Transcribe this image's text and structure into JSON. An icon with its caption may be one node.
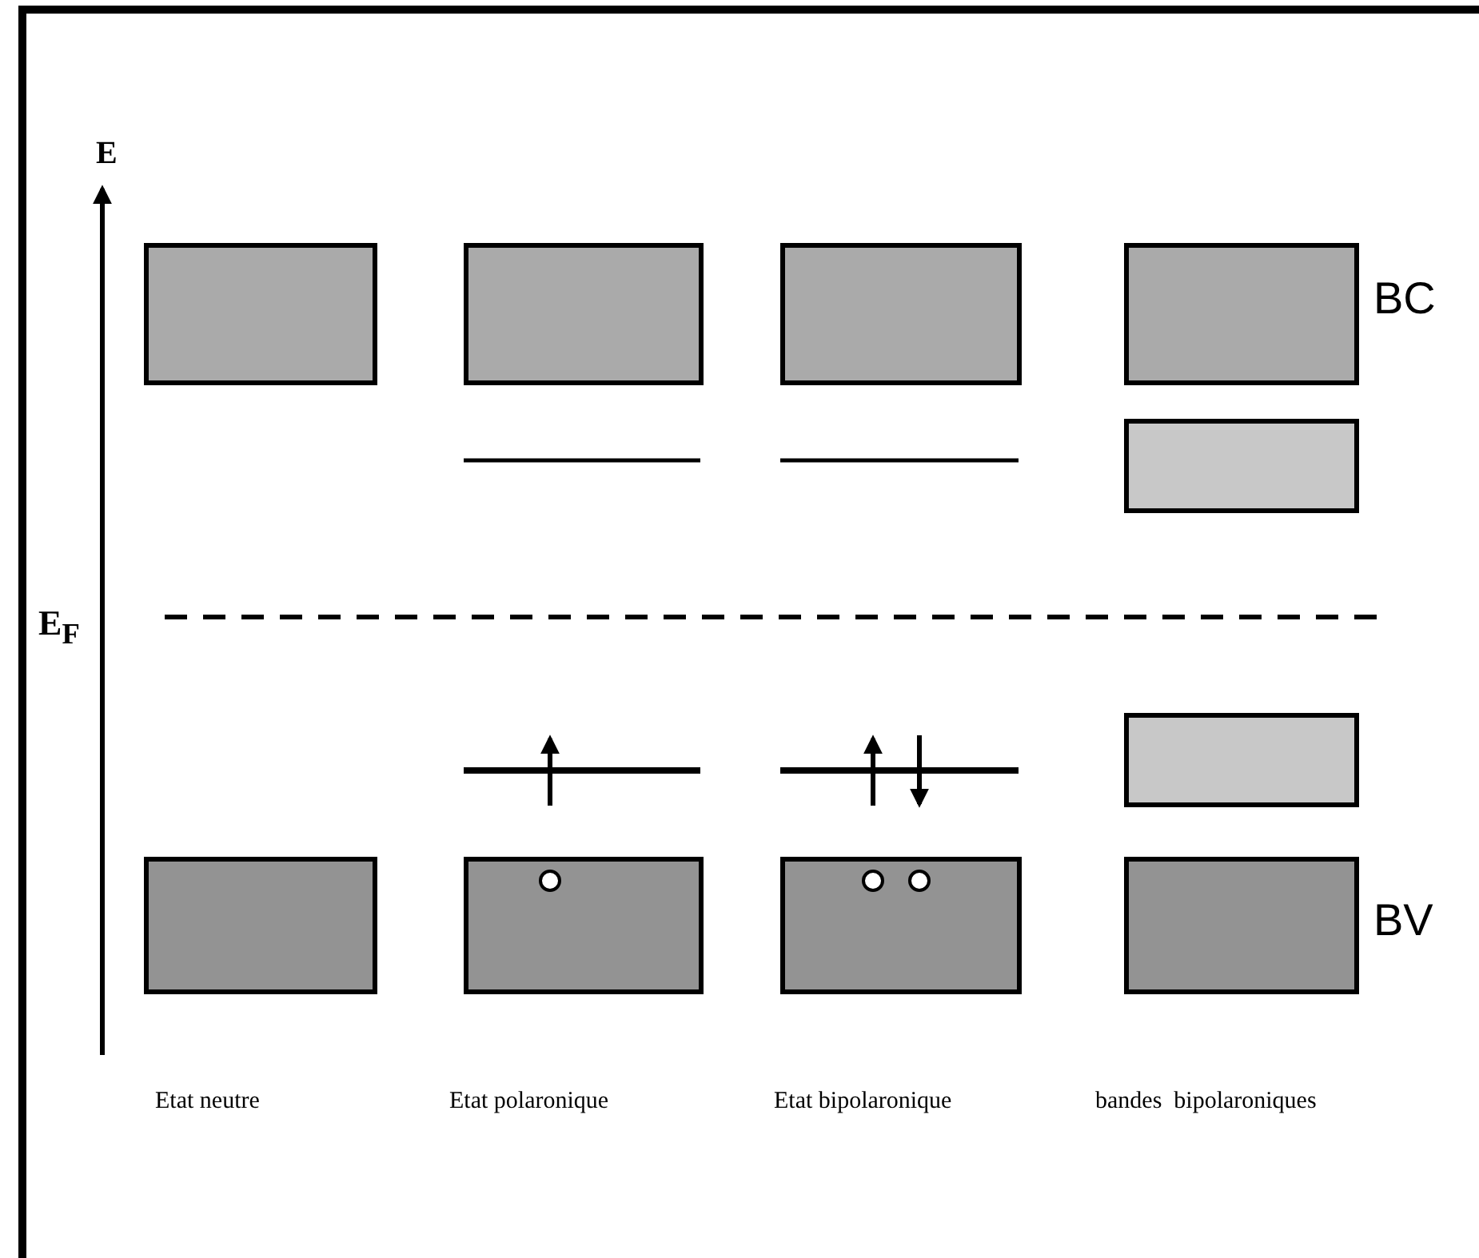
{
  "diagram": {
    "nodes": [
      {
        "text": [],
        "shape": "box"
      },
      {
        "text": [],
        "shape": "box"
      },
      {
        "text": [],
        "shape": "box"
      },
      {
        "text": [],
        "shape": "box"
      },
      {
        "text": [],
        "shape": "box"
      },
      {
        "text": [],
        "shape": "box"
      },
      {
        "text": [],
        "shape": "box"
      },
      {
        "text": [],
        "shape": "box"
      },
      {
        "text": [],
        "shape": "box"
      },
      {
        "text": [],
        "shape": "box"
      }
    ],
    "labels": [
      "E",
      "BC",
      "E$_{F}$",
      "BV",
      "Etat neutre",
      "Etat polaronique",
      "Etat bipolaronique",
      "bandes  bipolaroniques"
    ]
  }
}
